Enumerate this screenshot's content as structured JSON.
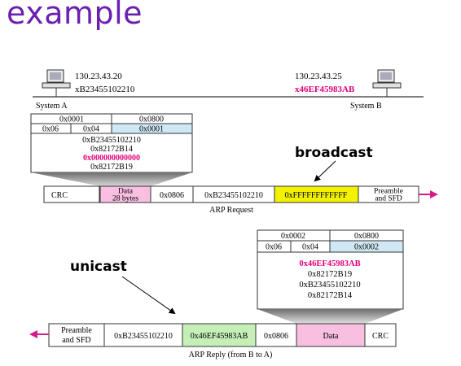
{
  "title": "example",
  "hosts": {
    "a": {
      "ip": "130.23.43.20",
      "mac": "xB23455102210",
      "name": "System A"
    },
    "b": {
      "ip": "130.23.43.25",
      "mac": "x46EF45983AB",
      "name": "System B"
    }
  },
  "request_packet": {
    "row1": [
      "0x0001",
      "0x0800"
    ],
    "row2": [
      "0x06",
      "0x04",
      "0x0001"
    ],
    "lines": [
      "0xB23455102210",
      "0x82172B14",
      "0x000000000000",
      "0x82172B19"
    ]
  },
  "request_frame": {
    "fields": [
      "CRC",
      "Data",
      "0x0806",
      "0xB23455102210",
      "0xFFFFFFFFFFFF",
      "Preamble",
      "and SFD"
    ],
    "data_sub": "28 bytes",
    "caption": "ARP Request"
  },
  "broadcast_label": "broadcast",
  "reply_packet": {
    "row1": [
      "0x0002",
      "0x0800"
    ],
    "row2": [
      "0x06",
      "0x04",
      "0x0002"
    ],
    "lines": [
      "0x46EF45983AB",
      "0x82172B19",
      "0xB23455102210",
      "0x82172B14"
    ]
  },
  "reply_frame": {
    "fields": [
      "Preamble",
      "and SFD",
      "0xB23455102210",
      "0x46EF45983AB",
      "0x0806",
      "Data",
      "CRC"
    ],
    "caption": "ARP Reply  (from B to A)"
  },
  "unicast_label": "unicast",
  "colors": {
    "title": "#6a1fb0",
    "highlight_text": "#e0007a",
    "data_fill": "#f8bfe0",
    "blue_cell": "#cfe8f3",
    "broadcast_fill": "#f2f200",
    "unicast_fill": "#c6efb8",
    "arrow": "#d81b8a"
  }
}
